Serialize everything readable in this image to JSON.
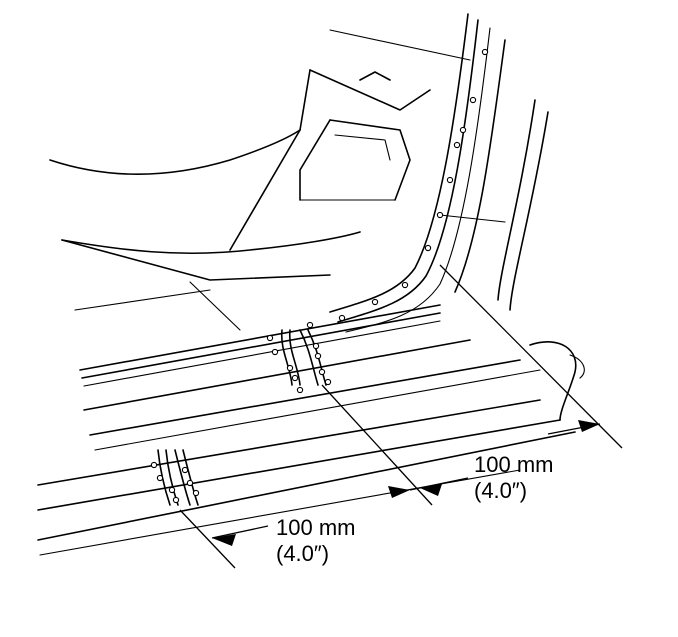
{
  "callouts": [
    {
      "measure": "100 mm",
      "imperial": "(4.0″)"
    },
    {
      "measure": "100 mm",
      "imperial": "(4.0″)"
    }
  ]
}
